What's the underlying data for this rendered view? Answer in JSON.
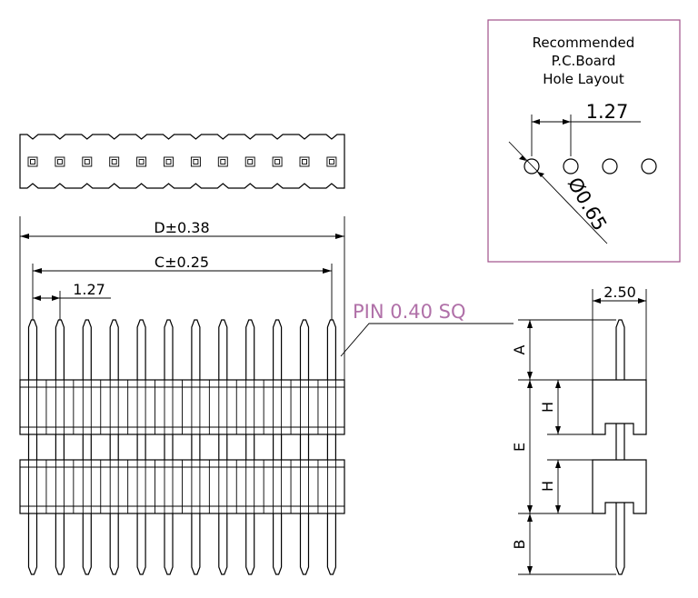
{
  "recommended_box": {
    "title_line1": "Recommended",
    "title_line2": "P.C.Board",
    "title_line3": "Hole Layout",
    "pitch_label": "1.27",
    "hole_dia_label": "Ø0.65"
  },
  "front_view": {
    "pin_count": 12,
    "dim_d_label": "D±0.38",
    "dim_c_label": "C±0.25",
    "dim_pitch_label": "1.27",
    "pin_callout": "PIN  0.40  SQ"
  },
  "side_view": {
    "dim_width_label": "2.50",
    "dim_a_label": "A",
    "dim_h1_label": "H",
    "dim_e_label": "E",
    "dim_h2_label": "H",
    "dim_b_label": "B"
  },
  "colors": {
    "frame": "#a0508a",
    "callout_text": "#b070a8"
  }
}
